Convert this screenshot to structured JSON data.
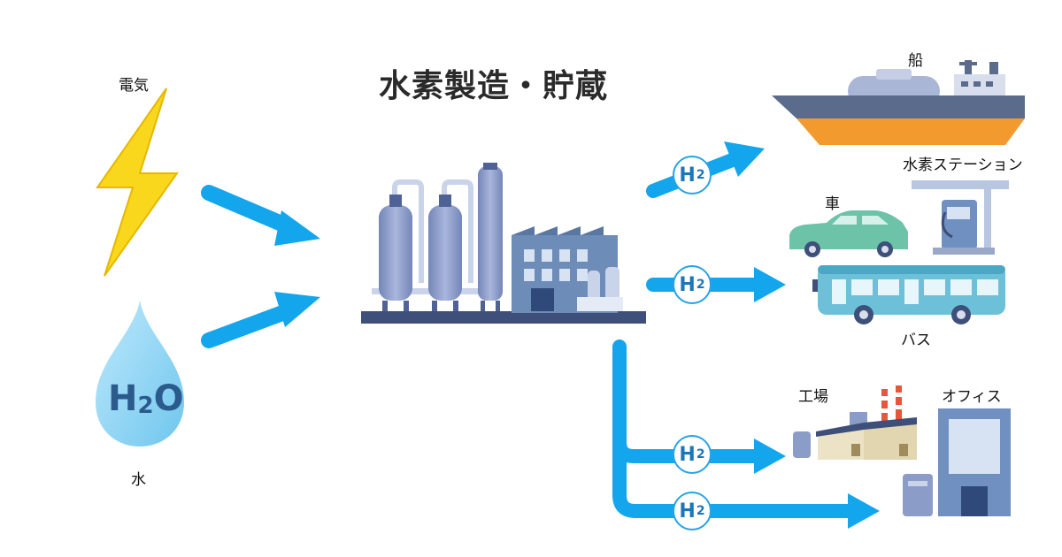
{
  "title": "水素製造・貯蔵",
  "sources": {
    "electricity_label": "電気",
    "water_label": "水",
    "water_formula_main": "H",
    "water_formula_sub": "2",
    "water_formula_tail": "O"
  },
  "hydrogen_badge": {
    "main": "H",
    "sub": "2"
  },
  "destinations": {
    "ship": "船",
    "station": "水素ステーション",
    "car": "車",
    "bus": "バス",
    "factory": "工場",
    "office": "オフィス"
  },
  "colors": {
    "arrow": "#14a6ec",
    "badge_border": "#27a3e6",
    "bolt": "#f9d71c",
    "drop": "#8fd3f4",
    "ship_hull_top": "#5a6b8c",
    "ship_hull_bottom": "#f29a2e",
    "plant": "#8c9cc8"
  }
}
